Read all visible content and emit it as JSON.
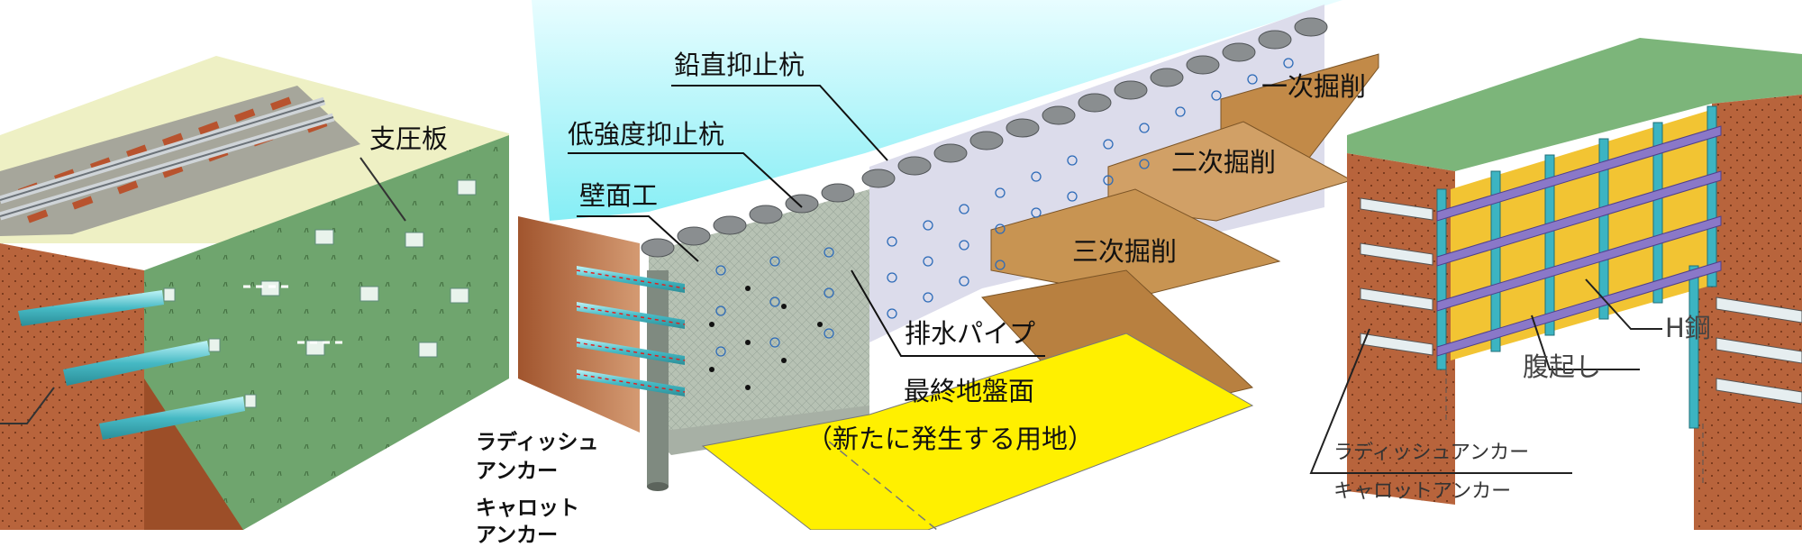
{
  "left_panel": {
    "label_bearing_plate": "支圧板"
  },
  "center_panel": {
    "label_vertical_pile": "鉛直抑止杭",
    "label_low_strength_pile": "低強度抑止杭",
    "label_wall": "壁面工",
    "label_excavation_1": "一次掘削",
    "label_excavation_2": "二次掘削",
    "label_excavation_3": "三次掘削",
    "label_drain_pipe": "排水パイプ",
    "label_final_ground_line1": "最終地盤面",
    "label_final_ground_line2": "（新たに発生する用地）",
    "label_radish_line1": "ラディッシュ",
    "label_radish_line2": "アンカー",
    "label_carrot_line1": "キャロット",
    "label_carrot_line2": "アンカー"
  },
  "right_panel": {
    "label_h_steel": "H鋼",
    "label_waling": "腹起し",
    "label_radish_anchor": "ラディッシュアンカー",
    "label_carrot_anchor": "キャロットアンカー"
  },
  "colors": {
    "soil": "#b8643c",
    "grass": "#6fa56e",
    "top_surface": "#eef0c4",
    "sky": "#9ff3f7",
    "wall_panel": "#dcdceb",
    "yellow_ground": "#fff000",
    "excavation": "#c28a48",
    "h_steel": "#3cb4c2",
    "waling": "#8a78c8",
    "panel_yellow": "#f2c433"
  }
}
